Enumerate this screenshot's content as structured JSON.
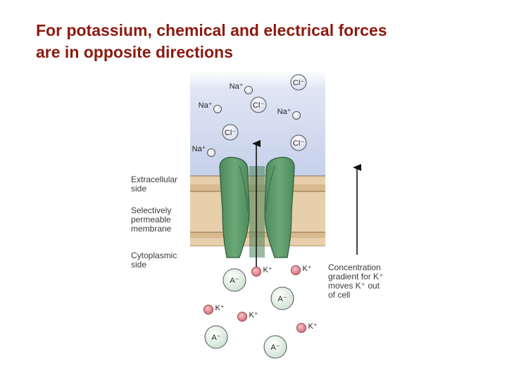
{
  "title": {
    "line1": "For potassium, chemical and electrical forces",
    "line2": "are in opposite directions"
  },
  "labels": {
    "extracellular": [
      "Extracellular",
      "side"
    ],
    "membrane": [
      "Selectively",
      "permeable",
      "membrane"
    ],
    "cytoplasmic": [
      "Cytoplasmic",
      "side"
    ],
    "gradient": [
      "Concentration",
      "gradient for K⁺",
      "moves K⁺ out",
      "of cell"
    ]
  },
  "ions": {
    "na": "Na⁺",
    "cl": "Cl⁻",
    "k": "K⁺",
    "a": "A⁻"
  },
  "colors": {
    "title": "#8b1a10",
    "extracellular_fill": "#c9d3ec",
    "membrane_fill": "#e7cfab",
    "channel_fill": "#5e9a6c",
    "k_ion": "#e0848c",
    "a_ion": "#dfeee2"
  }
}
